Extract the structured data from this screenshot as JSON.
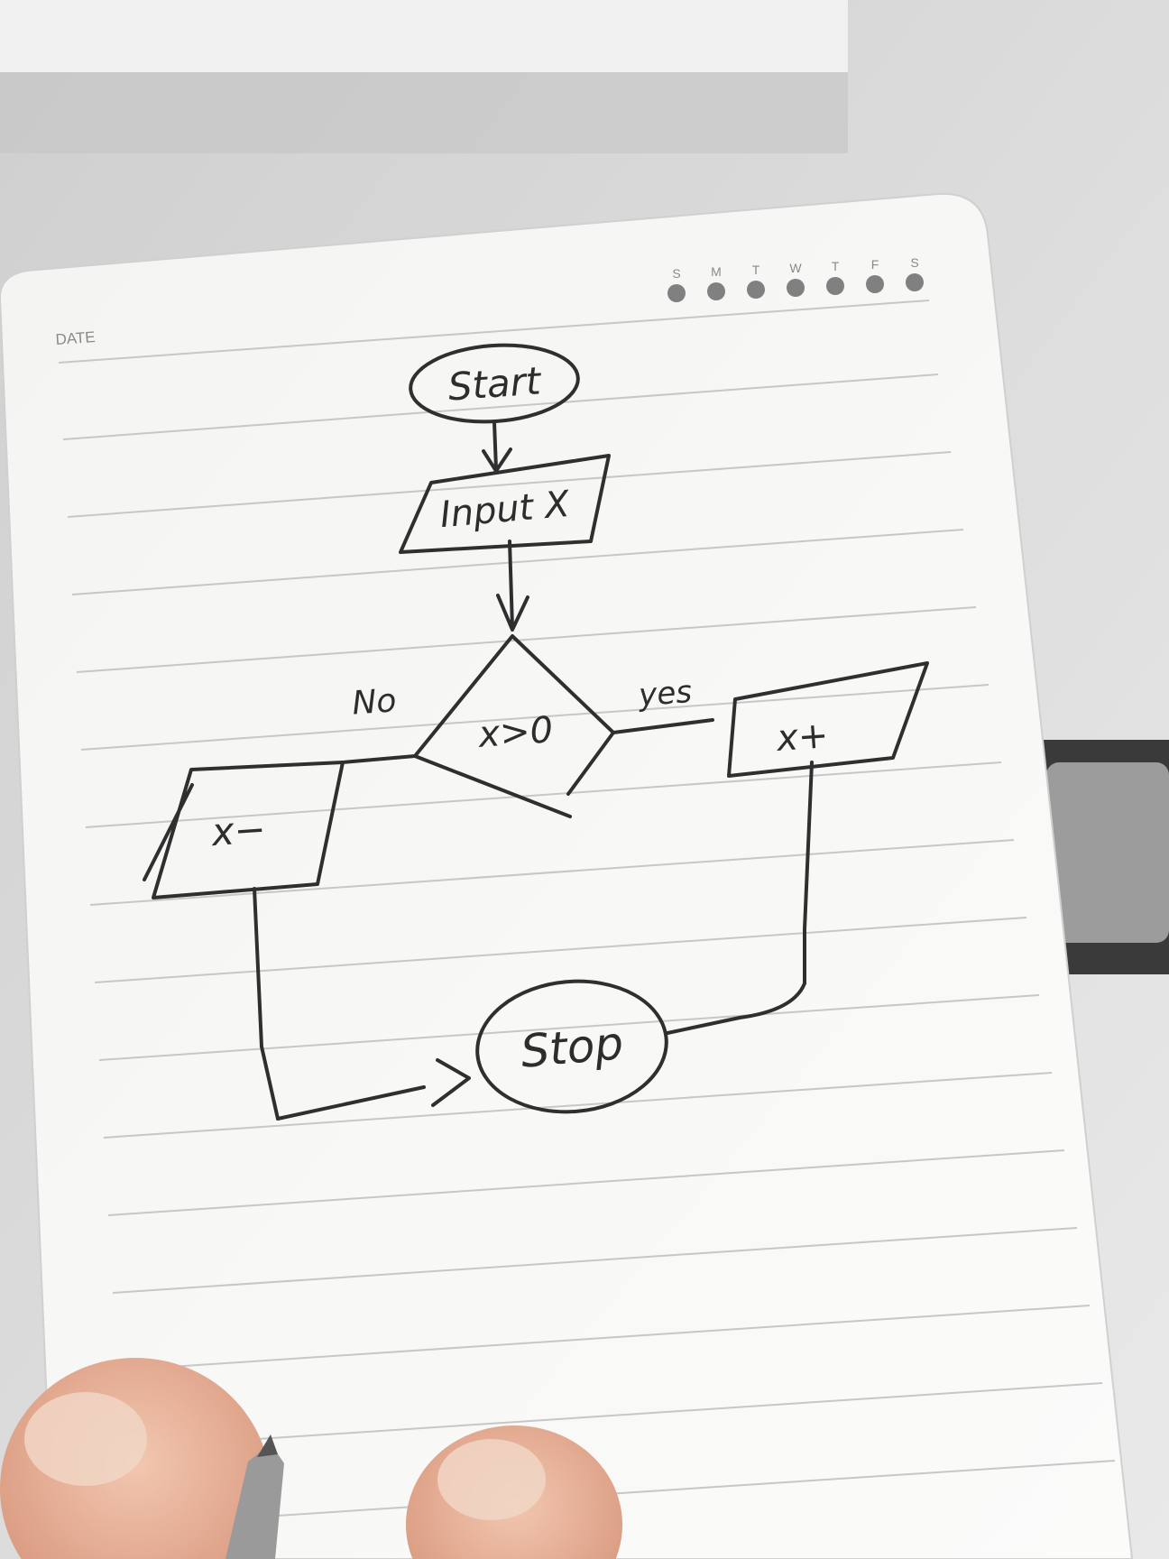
{
  "notebook": {
    "date_label": "DATE",
    "weekdays": [
      "S",
      "M",
      "T",
      "W",
      "T",
      "F",
      "S"
    ]
  },
  "flowchart": {
    "start": "Start",
    "input": "Input X",
    "decision": "x>0",
    "no_label": "No",
    "yes_label": "yes",
    "no_process": "x−",
    "yes_process": "x+",
    "stop": "Stop"
  },
  "colors": {
    "paper": "#f7f7f5",
    "ink": "#2f2f2f",
    "rule": "#c7c7c7",
    "dot": "#808080",
    "background": "#dcdcdc"
  }
}
